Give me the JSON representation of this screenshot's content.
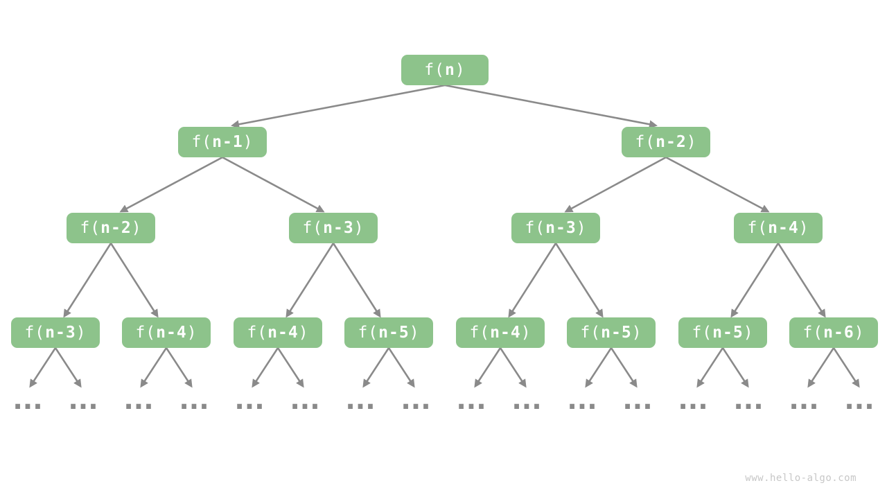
{
  "diagram_type": "recursion-tree",
  "colors": {
    "node_fill": "#8dc38b",
    "node_text": "#ffffff",
    "edge": "#8a8a8a",
    "ellipsis": "#8a8a8a",
    "watermark": "#c7c7c7",
    "background": "#ffffff"
  },
  "nodes": [
    {
      "prefix": "f(",
      "arg": "n",
      "suffix": ")"
    },
    {
      "prefix": "f(",
      "arg": "n-1",
      "suffix": ")"
    },
    {
      "prefix": "f(",
      "arg": "n-2",
      "suffix": ")"
    },
    {
      "prefix": "f(",
      "arg": "n-2",
      "suffix": ")"
    },
    {
      "prefix": "f(",
      "arg": "n-3",
      "suffix": ")"
    },
    {
      "prefix": "f(",
      "arg": "n-3",
      "suffix": ")"
    },
    {
      "prefix": "f(",
      "arg": "n-4",
      "suffix": ")"
    },
    {
      "prefix": "f(",
      "arg": "n-3",
      "suffix": ")"
    },
    {
      "prefix": "f(",
      "arg": "n-4",
      "suffix": ")"
    },
    {
      "prefix": "f(",
      "arg": "n-4",
      "suffix": ")"
    },
    {
      "prefix": "f(",
      "arg": "n-5",
      "suffix": ")"
    },
    {
      "prefix": "f(",
      "arg": "n-4",
      "suffix": ")"
    },
    {
      "prefix": "f(",
      "arg": "n-5",
      "suffix": ")"
    },
    {
      "prefix": "f(",
      "arg": "n-5",
      "suffix": ")"
    },
    {
      "prefix": "f(",
      "arg": "n-6",
      "suffix": ")"
    }
  ],
  "ellipsis": "...",
  "watermark": "www.hello-algo.com"
}
